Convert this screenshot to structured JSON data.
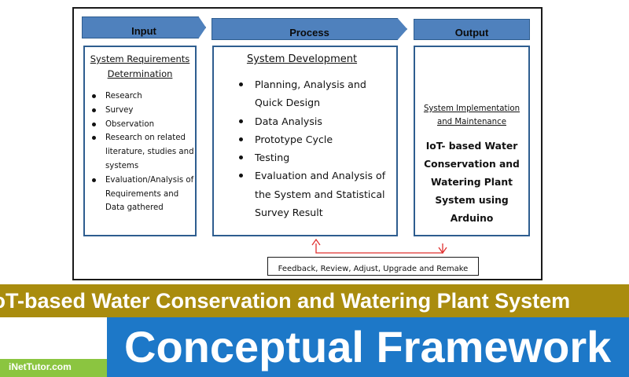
{
  "diagram": {
    "headers": {
      "input": "Input",
      "process": "Process",
      "output": "Output"
    },
    "input": {
      "title_line1": "System Requirements",
      "title_line2": "Determination",
      "items": [
        "Research",
        "Survey",
        "Observation",
        "Research on related literature, studies and systems",
        "Evaluation/Analysis of Requirements and Data gathered"
      ]
    },
    "process": {
      "title": "System Development",
      "items": [
        "Planning, Analysis and Quick Design",
        "Data Analysis",
        "Prototype Cycle",
        "Testing",
        "Evaluation and Analysis of the System and Statistical Survey Result"
      ]
    },
    "output": {
      "subtitle_line1": "System Implementation",
      "subtitle_line2": "and Maintenance",
      "main": "IoT- based Water Conservation and Watering Plant System using Arduino"
    },
    "feedback": "Feedback, Review, Adjust, Upgrade and Remake",
    "loop_color": "#e0302f"
  },
  "banner": {
    "subtitle": "IoT-based Water Conservation and Watering Plant System",
    "title": "Conceptual Framework",
    "brand": "iNetTutor.com",
    "colors": {
      "gold": "#a98c0e",
      "blue": "#1d78c8",
      "green": "#8bc540"
    }
  }
}
